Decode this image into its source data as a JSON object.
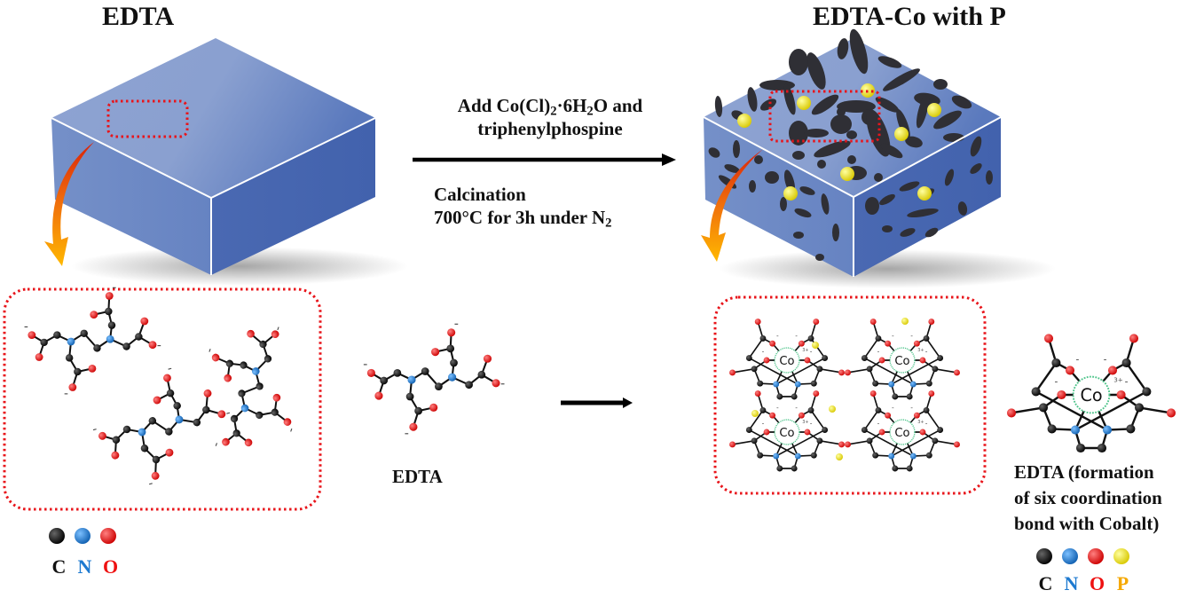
{
  "titles": {
    "left": "EDTA",
    "right": "EDTA-Co with P"
  },
  "reaction": {
    "reagent_line1_prefix": "Add Co(Cl)",
    "reagent_line1_sub1": "2",
    "reagent_line1_mid": "·6H",
    "reagent_line1_sub2": "2",
    "reagent_line1_suffix": "O and",
    "reagent_line2": "triphenylphospine",
    "condition_line1": "Calcination",
    "condition_line2_prefix": "700°C for 3h under N",
    "condition_line2_sub": "2"
  },
  "labels": {
    "edta_molecule": "EDTA",
    "coordination_line1": "EDTA (formation",
    "coordination_line2": "of six coordination",
    "coordination_line3": "bond with Cobalt)",
    "cobalt_atom": "Co",
    "cobalt_charge": "3+",
    "negative_charge": "-"
  },
  "legend_left": {
    "items": [
      {
        "symbol": "C",
        "color": "#111111"
      },
      {
        "symbol": "N",
        "color": "#1e7ad0"
      },
      {
        "symbol": "O",
        "color": "#ee1111"
      }
    ]
  },
  "legend_right": {
    "items": [
      {
        "symbol": "C",
        "color": "#111111"
      },
      {
        "symbol": "N",
        "color": "#1e7ad0"
      },
      {
        "symbol": "O",
        "color": "#ee1111"
      },
      {
        "symbol": "P",
        "color": "#f5a800"
      }
    ]
  },
  "colors": {
    "box_top": "#8aa0d0",
    "box_front": "#6a87c4",
    "box_side": "#4767b0",
    "pore": "#2f2f35",
    "phosphorus": "#f2ea1a",
    "highlight_box": "#e8141a",
    "cobalt_ring": "#4dc48a",
    "arrow_start": "#e23a0c",
    "arrow_end": "#ffb300"
  }
}
